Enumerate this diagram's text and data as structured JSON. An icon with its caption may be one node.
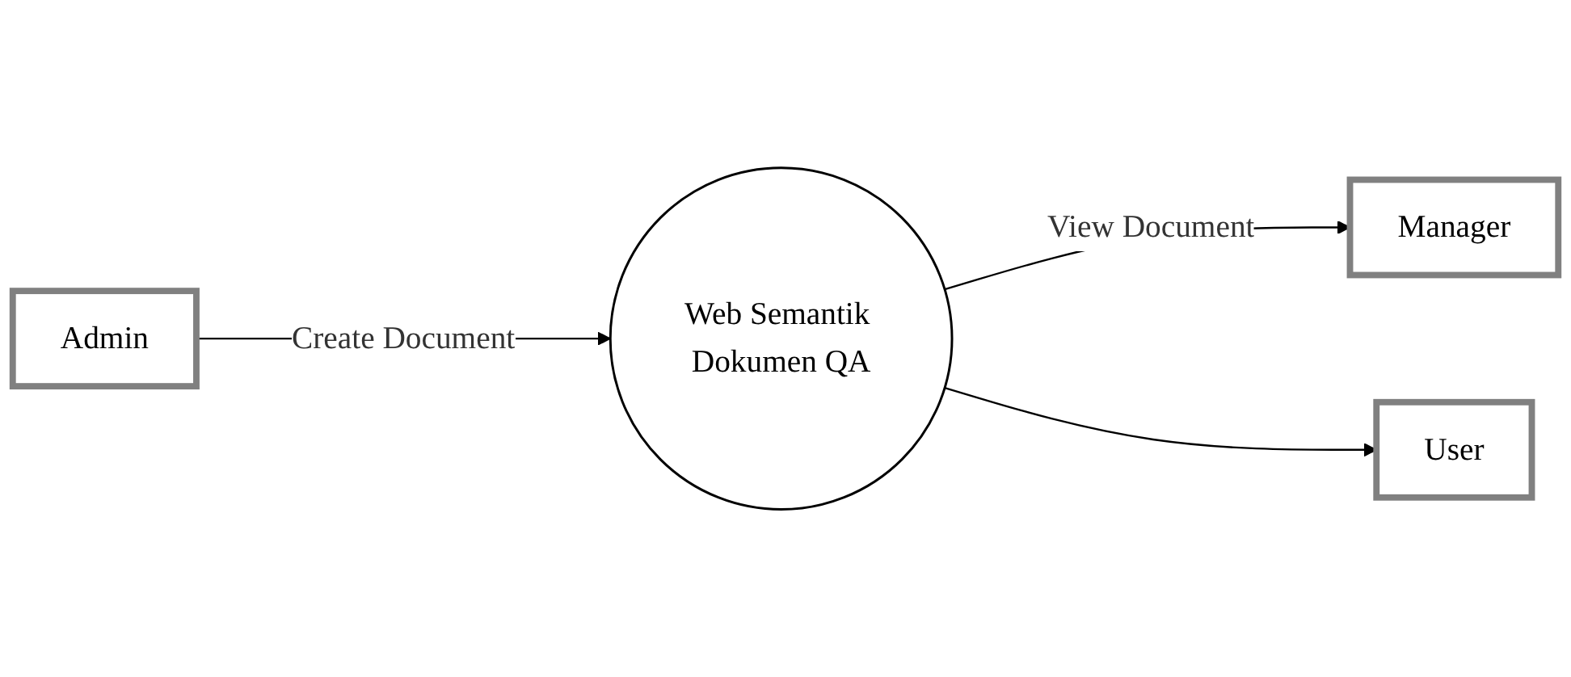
{
  "diagram": {
    "nodes": [
      {
        "text": [
          "Admin"
        ]
      },
      {
        "text": [
          "Web Semantik Dokumen QA"
        ]
      },
      {
        "text": [
          "Manager"
        ]
      },
      {
        "text": [
          "User"
        ]
      }
    ],
    "edges": [
      {
        "from": 0,
        "to": 1,
        "arrow": "to",
        "label": "Create Document"
      },
      {
        "from": 1,
        "to": 2,
        "arrow": "to",
        "label": "View Document"
      },
      {
        "from": 1,
        "to": 3,
        "arrow": "to"
      }
    ]
  }
}
